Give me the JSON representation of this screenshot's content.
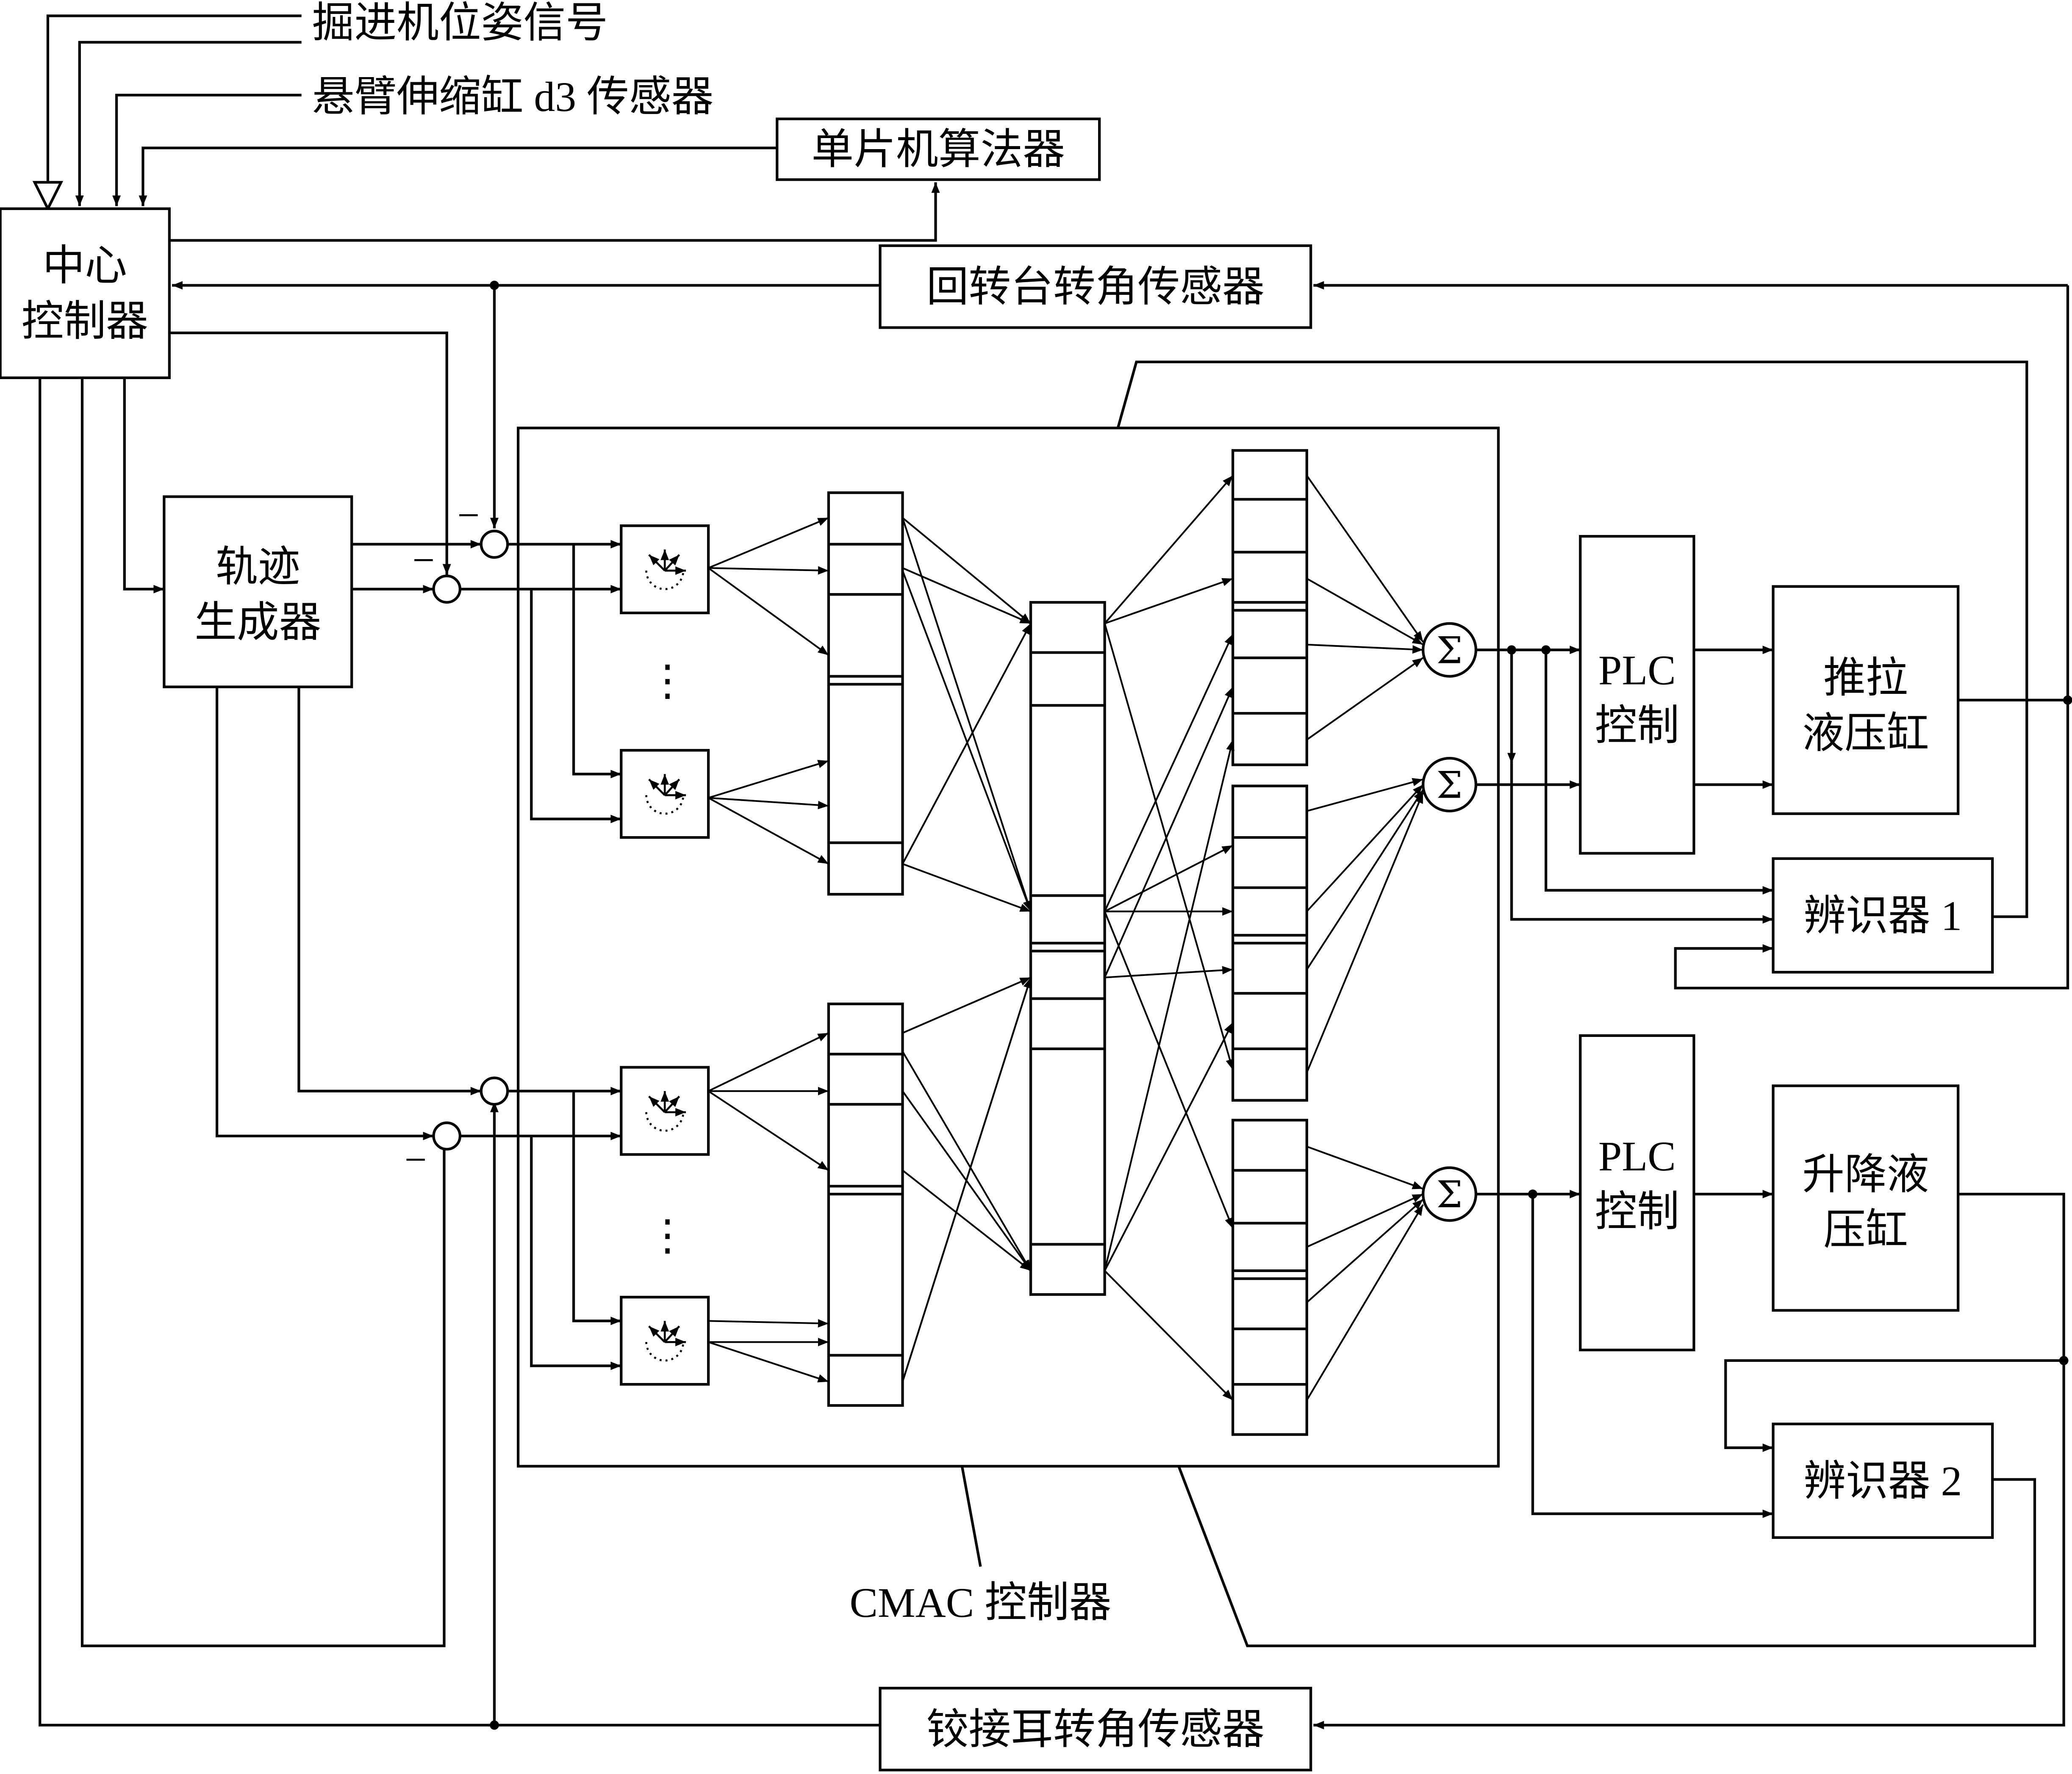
{
  "diagram": {
    "inputs": {
      "pose_signal": "掘进机位姿信号",
      "boom_sensor": "悬臂伸缩缸 d3 传感器"
    },
    "blocks": {
      "mcu_algorithm": "单片机算法器",
      "central_controller_line1": "中心",
      "central_controller_line2": "控制器",
      "slewing_sensor": "回转台转角传感器",
      "trajectory_line1": "轨迹",
      "trajectory_line2": "生成器",
      "plc1_line1": "PLC",
      "plc1_line2": "控制",
      "push_cyl_line1": "推拉",
      "push_cyl_line2": "液压缸",
      "identifier1": "辨识器 1",
      "plc2_line1": "PLC",
      "plc2_line2": "控制",
      "lift_cyl_line1": "升降液",
      "lift_cyl_line2": "压缸",
      "identifier2": "辨识器 2",
      "hinge_sensor": "铰接耳转角传感器"
    },
    "cmac_label": "CMAC 控制器",
    "sum_symbol": "Σ",
    "minus_sign": "−",
    "ellipsis": "⋮"
  }
}
